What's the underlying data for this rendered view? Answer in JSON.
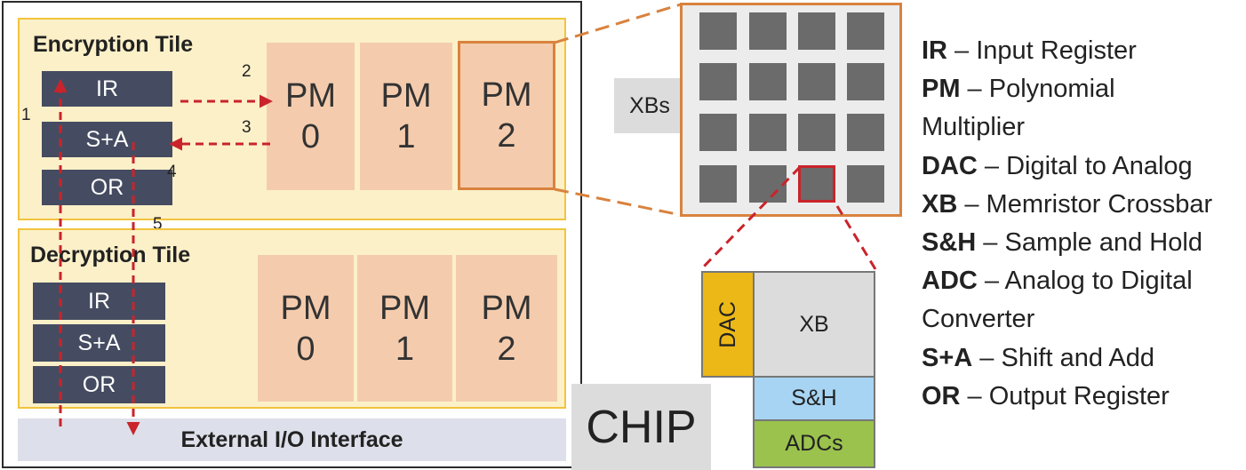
{
  "chip": {
    "label": "CHIP",
    "io_interface": "External I/O Interface",
    "encryption_tile": {
      "title": "Encryption Tile",
      "registers": [
        "IR",
        "S+A",
        "OR"
      ],
      "pms": [
        {
          "top": "PM",
          "bottom": "0"
        },
        {
          "top": "PM",
          "bottom": "1"
        },
        {
          "top": "PM",
          "bottom": "2"
        }
      ]
    },
    "decryption_tile": {
      "title": "Decryption Tile",
      "registers": [
        "IR",
        "S+A",
        "OR"
      ],
      "pms": [
        {
          "top": "PM",
          "bottom": "0"
        },
        {
          "top": "PM",
          "bottom": "1"
        },
        {
          "top": "PM",
          "bottom": "2"
        }
      ]
    },
    "step_numbers": [
      "1",
      "2",
      "3",
      "4",
      "5"
    ]
  },
  "pm_detail": {
    "xbs_label": "XBs",
    "grid_rows": 4,
    "grid_cols": 4
  },
  "xb_detail": {
    "dac": "DAC",
    "xb": "XB",
    "sh": "S&H",
    "adcs": "ADCs"
  },
  "legend": [
    {
      "abbr": "IR",
      "text": " – Input Register"
    },
    {
      "abbr": "PM",
      "text": " – Polynomial"
    },
    {
      "abbr": "",
      "text": "Multiplier"
    },
    {
      "abbr": "DAC",
      "text": " – Digital to Analog"
    },
    {
      "abbr": "XB",
      "text": " – Memristor Crossbar"
    },
    {
      "abbr": "S&H",
      "text": " – Sample and Hold"
    },
    {
      "abbr": "ADC",
      "text": " – Analog to Digital"
    },
    {
      "abbr": "",
      "text": "Converter"
    },
    {
      "abbr": "S+A",
      "text": " – Shift and Add"
    },
    {
      "abbr": "OR",
      "text": " – Output Register"
    }
  ],
  "colors": {
    "arrow": "#c9242b",
    "connector": "#d9823e",
    "register": "#454c61",
    "tile_fill": "#fcf0c8",
    "tile_border": "#f1c43d",
    "pm_fill": "#f4ccad"
  }
}
